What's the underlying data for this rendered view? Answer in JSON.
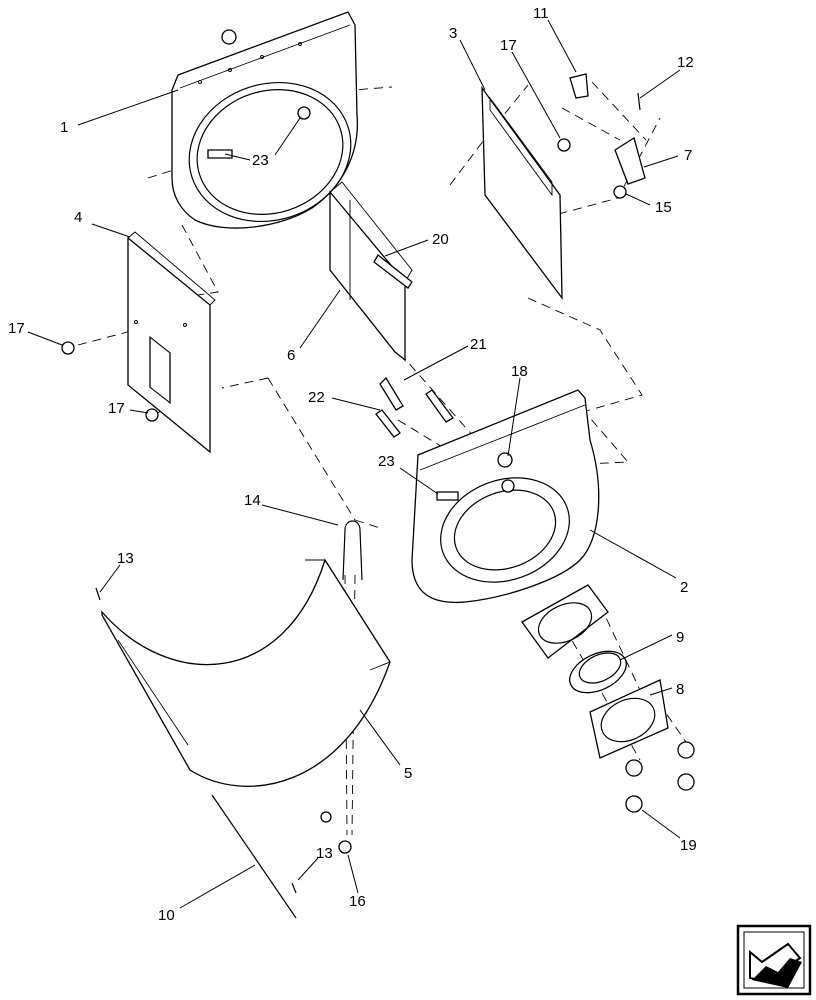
{
  "callouts": {
    "c1": "1",
    "c2": "2",
    "c3": "3",
    "c4": "4",
    "c5": "5",
    "c6": "6",
    "c7": "7",
    "c8": "8",
    "c9": "9",
    "c10": "10",
    "c11": "11",
    "c12": "12",
    "c13a": "13",
    "c13b": "13",
    "c14": "14",
    "c15": "15",
    "c16": "16",
    "c17a": "17",
    "c17b": "17",
    "c17c": "17",
    "c18": "18",
    "c19": "19",
    "c20": "20",
    "c21": "21",
    "c22": "22",
    "c23a": "23",
    "c23b": "23"
  },
  "icons": {
    "nav": "back-arrow-icon"
  }
}
